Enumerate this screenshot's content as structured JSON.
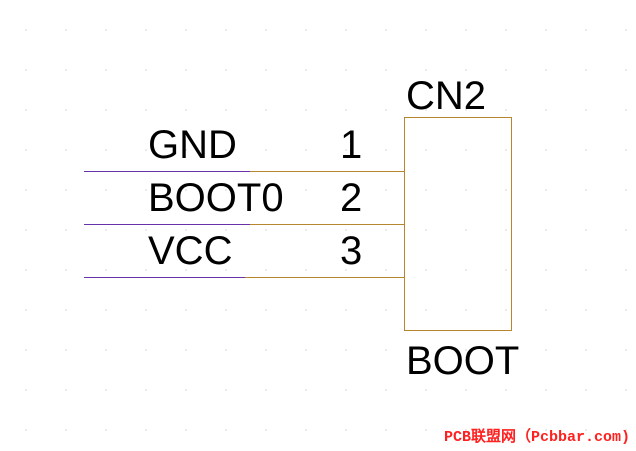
{
  "component": {
    "designator": "CN2",
    "value": "BOOT",
    "pins": [
      {
        "number": "1",
        "net": "GND"
      },
      {
        "number": "2",
        "net": "BOOT0"
      },
      {
        "number": "3",
        "net": "VCC"
      }
    ]
  },
  "colors": {
    "net_wire": "#6633aa",
    "pin_line": "#b8862e",
    "body_outline": "#b8862e",
    "text": "#000000",
    "watermark": "#ff2020"
  },
  "watermark": {
    "text": "PCB联盟网（Pcbbar.com)"
  }
}
